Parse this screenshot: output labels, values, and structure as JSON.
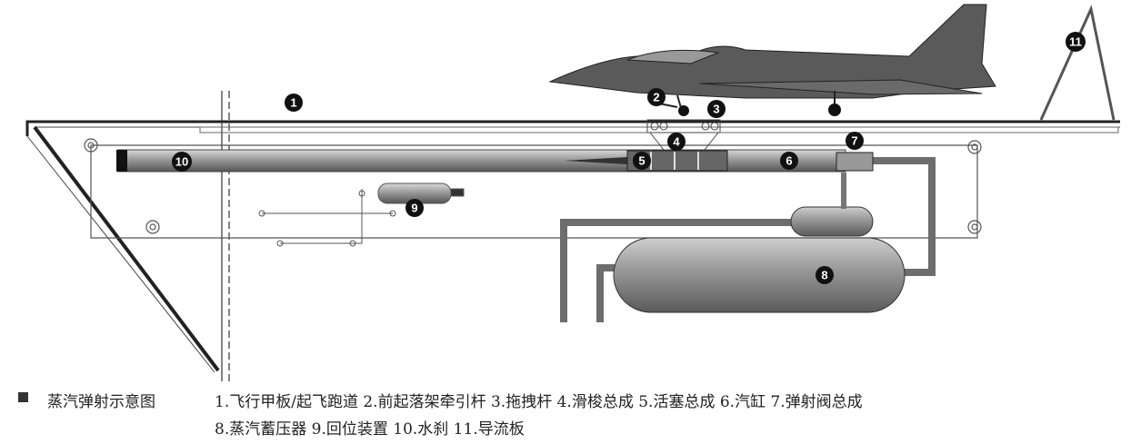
{
  "caption": {
    "title": "蒸汽弹射示意图",
    "line1": "1.飞行甲板/起飞跑道 2.前起落架牵引杆 3.拖拽杆 4.滑梭总成 5.活塞总成 6.汽缸 7.弹射阀总成",
    "line2": "8.蒸汽蓄压器 9.回位装置 10.水刹 11.导流板"
  },
  "labels": [
    "1",
    "2",
    "3",
    "4",
    "5",
    "6",
    "7",
    "8",
    "9",
    "10",
    "11"
  ],
  "colors": {
    "pipe": "#6d6d6d",
    "tank": "#8a8a8a",
    "deck": "#222222",
    "aircraft": "#555555"
  }
}
